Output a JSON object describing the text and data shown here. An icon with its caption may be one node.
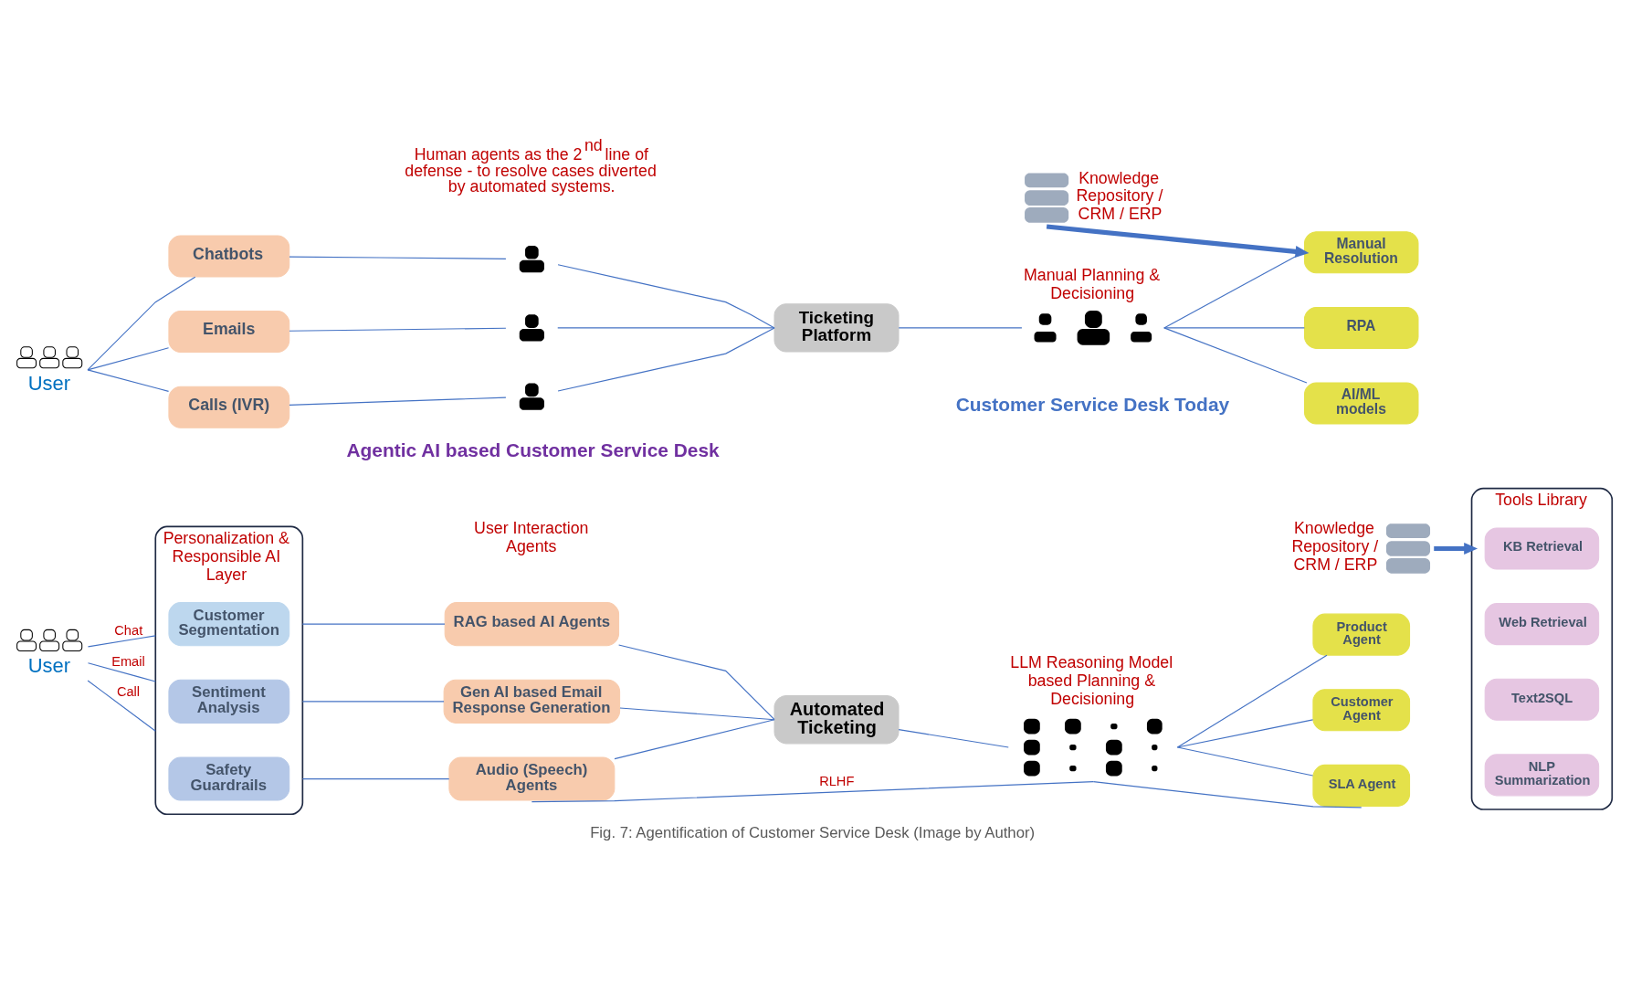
{
  "diagram": {
    "caption": "Fig. 7: Agentification of Customer Service Desk (Image by Author)",
    "nodes": [
      {
        "text": [
          "User"
        ]
      },
      {
        "text": [
          "Chatbots"
        ]
      },
      {
        "text": [
          "Emails"
        ]
      },
      {
        "text": [
          "Calls (IVR)"
        ]
      },
      {
        "text": [],
        "shape": "person"
      },
      {
        "text": [],
        "shape": "person"
      },
      {
        "text": [],
        "shape": "person"
      },
      {
        "text": [
          "Ticketing Platform"
        ]
      },
      {
        "text": [],
        "shape": "person",
        "beside": [
          "Manual Planning & Decisioning"
        ]
      },
      {
        "text": [],
        "shape": "cylinder",
        "beside": [
          "Knowledge Repository / CRM / ERP"
        ]
      },
      {
        "text": [
          "Manual Resolution"
        ]
      },
      {
        "text": [
          "RPA"
        ]
      },
      {
        "text": [
          "AI/ML models"
        ]
      },
      {
        "text": [
          "User"
        ]
      },
      {
        "text": [
          "Personalization & Responsible AI Layer"
        ]
      },
      {
        "text": [
          "Customer Segmentation"
        ],
        "in": 14
      },
      {
        "text": [
          "Sentiment Analysis"
        ],
        "in": 14
      },
      {
        "text": [
          "Safety Guardrails"
        ],
        "in": 14
      },
      {
        "text": [
          "RAG based AI Agents"
        ]
      },
      {
        "text": [
          "Gen AI based Email Response Generation"
        ]
      },
      {
        "text": [
          "Audio (Speech) Agents"
        ]
      },
      {
        "text": [
          "Automated Ticketing"
        ]
      },
      {
        "text": [],
        "shape": "picture",
        "beside": [
          "LLM Reasoning Model based Planning & Decisioning"
        ]
      },
      {
        "text": [
          "Product Agent"
        ]
      },
      {
        "text": [
          "Customer Agent"
        ]
      },
      {
        "text": [
          "SLA Agent"
        ]
      },
      {
        "text": [],
        "shape": "cylinder",
        "beside": [
          "Knowledge Repository / CRM / ERP"
        ]
      },
      {
        "text": [
          "Tools Library"
        ]
      },
      {
        "text": [
          "KB Retrieval"
        ],
        "in": 27
      },
      {
        "text": [
          "Web Retrieval"
        ],
        "in": 27
      },
      {
        "text": [
          "Text2SQL"
        ],
        "in": 27
      },
      {
        "text": [
          "NLP Summarization"
        ],
        "in": 27
      }
    ],
    "edges": [
      {
        "from": 0,
        "to": 1,
        "arrow": "none"
      },
      {
        "from": 0,
        "to": 2,
        "arrow": "none"
      },
      {
        "from": 0,
        "to": 3,
        "arrow": "none"
      },
      {
        "from": 1,
        "to": 4,
        "arrow": "none"
      },
      {
        "from": 2,
        "to": 5,
        "arrow": "none"
      },
      {
        "from": 3,
        "to": 6,
        "arrow": "none"
      },
      {
        "from": 4,
        "to": 7,
        "arrow": "none"
      },
      {
        "from": 5,
        "to": 7,
        "arrow": "none"
      },
      {
        "from": 6,
        "to": 7,
        "arrow": "none"
      },
      {
        "from": 7,
        "to": 8,
        "arrow": "none"
      },
      {
        "from": 8,
        "to": 10,
        "arrow": "none"
      },
      {
        "from": 8,
        "to": 11,
        "arrow": "none"
      },
      {
        "from": 8,
        "to": 12,
        "arrow": "none"
      },
      {
        "from": 9,
        "to": 10,
        "arrow": "to",
        "style": "thick"
      },
      {
        "from": 13,
        "to": 14,
        "arrow": "none",
        "label": "Chat"
      },
      {
        "from": 13,
        "to": 14,
        "arrow": "none",
        "label": "Email"
      },
      {
        "from": 13,
        "to": 14,
        "arrow": "none",
        "label": "Call"
      },
      {
        "from": 14,
        "to": 18,
        "arrow": "none"
      },
      {
        "from": 14,
        "to": 19,
        "arrow": "none"
      },
      {
        "from": 14,
        "to": 20,
        "arrow": "none"
      },
      {
        "from": 18,
        "to": 21,
        "arrow": "none"
      },
      {
        "from": 19,
        "to": 21,
        "arrow": "none"
      },
      {
        "from": 20,
        "to": 21,
        "arrow": "none"
      },
      {
        "from": 21,
        "to": 22,
        "arrow": "none"
      },
      {
        "from": 22,
        "to": 23,
        "arrow": "none"
      },
      {
        "from": 22,
        "to": 24,
        "arrow": "none"
      },
      {
        "from": 22,
        "to": 25,
        "arrow": "none"
      },
      {
        "from": 26,
        "to": 27,
        "arrow": "to",
        "style": "thick"
      },
      {
        "from": 20,
        "to": 22,
        "arrow": "none",
        "label": "RLHF"
      },
      {
        "from": 25,
        "to": 22,
        "arrow": "none"
      }
    ],
    "labels": [
      "Human agents as the 2$^{nd}$ line of defense - to resolve cases diverted by automated systems.",
      "Customer Service Desk Today",
      "Agentic AI based Customer Service Desk",
      "User Interaction Agents"
    ]
  }
}
